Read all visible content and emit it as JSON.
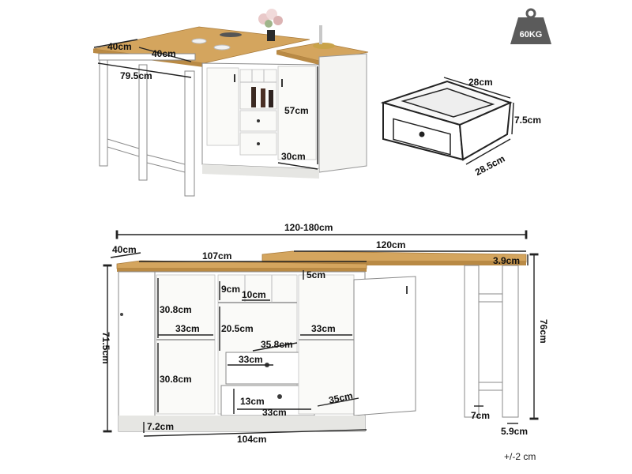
{
  "weight_badge": {
    "text": "60KG"
  },
  "top_view": {
    "dims": {
      "top_left_40": "40cm",
      "top_mid_40": "40cm",
      "width_79_5": "79.5cm",
      "height_57": "57cm",
      "depth_30": "30cm"
    }
  },
  "drawer_view": {
    "dims": {
      "width": "28cm",
      "height": "7.5cm",
      "depth": "28.5cm"
    }
  },
  "bottom_view": {
    "dims": {
      "overall": "120-180cm",
      "depth_40": "40cm",
      "cabinet_top": "107cm",
      "extension": "120cm",
      "top_thickness": "3.9cm",
      "left_shelf_h1": "30.8cm",
      "left_shelf_w1": "33cm",
      "left_shelf_h2": "30.8cm",
      "center_9": "9cm",
      "center_10": "10cm",
      "gap_5": "5cm",
      "center_20_5": "20.5cm",
      "center_35_8": "35.8cm",
      "drawer_33_a": "33cm",
      "drawer_13": "13cm",
      "drawer_33_b": "33cm",
      "depth_35": "35cm",
      "right_33": "33cm",
      "height_71_5": "71.5cm",
      "height_76": "76cm",
      "base_7_2": "7.2cm",
      "base_104": "104cm",
      "leg_7": "7cm",
      "leg_5_9": "5.9cm"
    }
  },
  "tolerance": "+/-2 cm",
  "colors": {
    "wood": "#d4a55e",
    "white": "#ffffff",
    "badge": "#5b5b5b"
  }
}
